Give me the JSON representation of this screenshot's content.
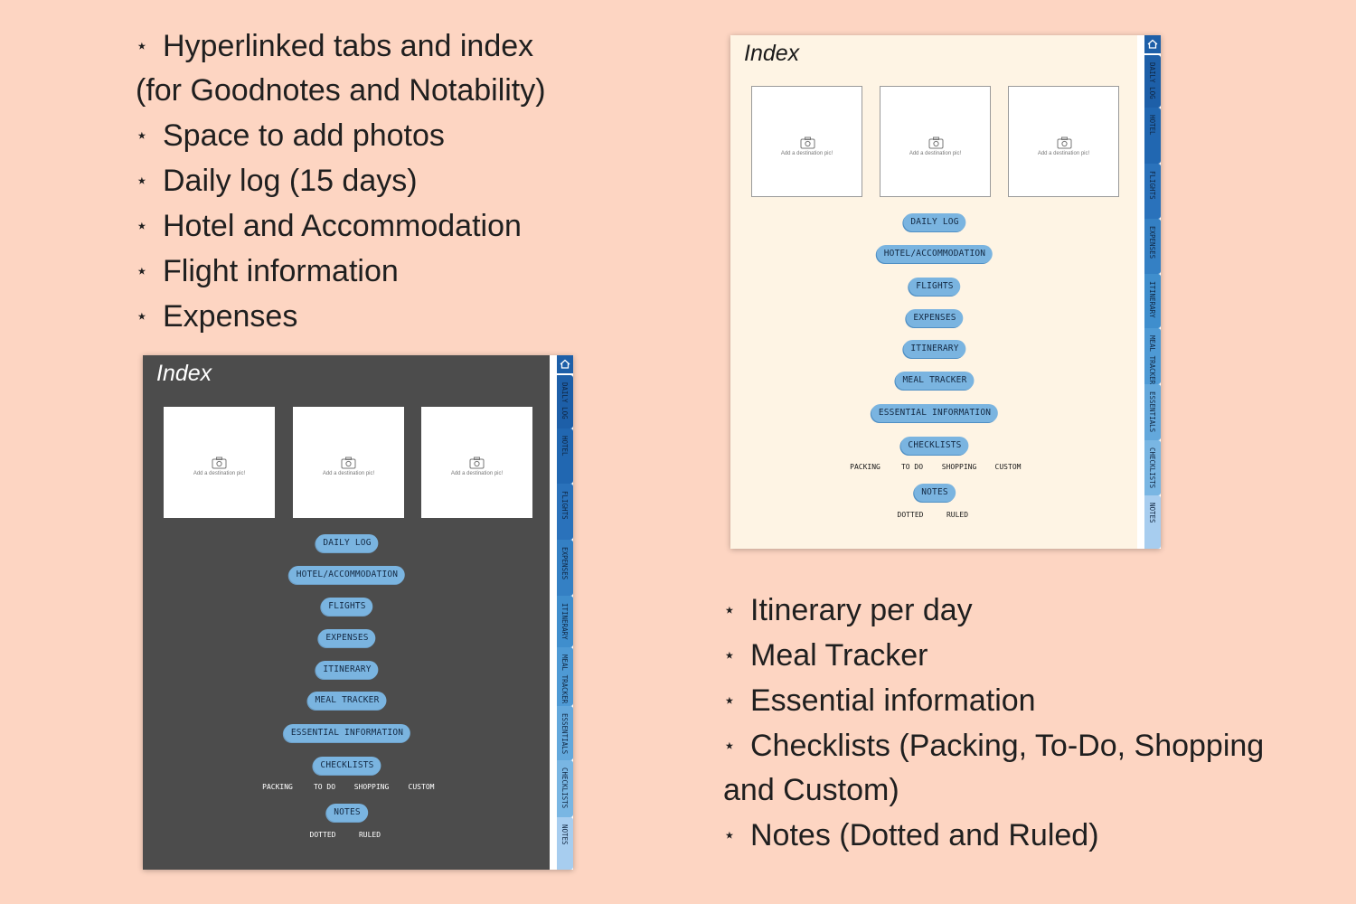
{
  "features_top": [
    {
      "text": "Hyperlinked tabs and index"
    },
    {
      "text": "(for Goodnotes and Notability)",
      "continuation": true
    },
    {
      "text": "Space to add photos"
    },
    {
      "text": "Daily log (15 days)"
    },
    {
      "text": "Hotel and Accommodation"
    },
    {
      "text": "Flight information"
    },
    {
      "text": "Expenses"
    }
  ],
  "features_bottom": [
    {
      "text": "Itinerary per day"
    },
    {
      "text": "Meal Tracker"
    },
    {
      "text": "Essential information"
    },
    {
      "text": "Checklists (Packing, To-Do, Shopping"
    },
    {
      "text": "and Custom)",
      "continuation": true
    },
    {
      "text": "Notes (Dotted and Ruled)"
    }
  ],
  "bullet_symbol": "⋆",
  "index_title": "Index",
  "photo_caption": "Add a destination pic!",
  "menu": {
    "daily_log": "DAILY LOG",
    "hotel": "HOTEL/ACCOMMODATION",
    "flights": "FLIGHTS",
    "expenses": "EXPENSES",
    "itinerary": "ITINERARY",
    "meal_tracker": "MEAL TRACKER",
    "essential_information": "ESSENTIAL INFORMATION",
    "checklists": "CHECKLISTS",
    "notes": "NOTES"
  },
  "checklist_links": [
    "PACKING",
    "TO DO",
    "SHOPPING",
    "CUSTOM"
  ],
  "notes_links": [
    "DOTTED",
    "RULED"
  ],
  "side_tabs": [
    "DAILY LOG",
    "HOTEL",
    "FLIGHTS",
    "EXPENSES",
    "ITINERARY",
    "MEAL TRACKER",
    "ESSENTIALS",
    "CHECKLISTS",
    "NOTES"
  ],
  "side_tab_colors": [
    "#1d5fa8",
    "#2167b1",
    "#2a72bb",
    "#3480c4",
    "#3f8ecd",
    "#4e9ad5",
    "#63a8dc",
    "#79b6e3",
    "#a7cdef"
  ],
  "icons": {
    "home": "home-icon",
    "camera": "camera-icon"
  },
  "colors": {
    "background": "#fdd5c2",
    "dark_page": "#4c4c4c",
    "light_page": "#fef4e4",
    "pill": "#7ab4e0"
  }
}
